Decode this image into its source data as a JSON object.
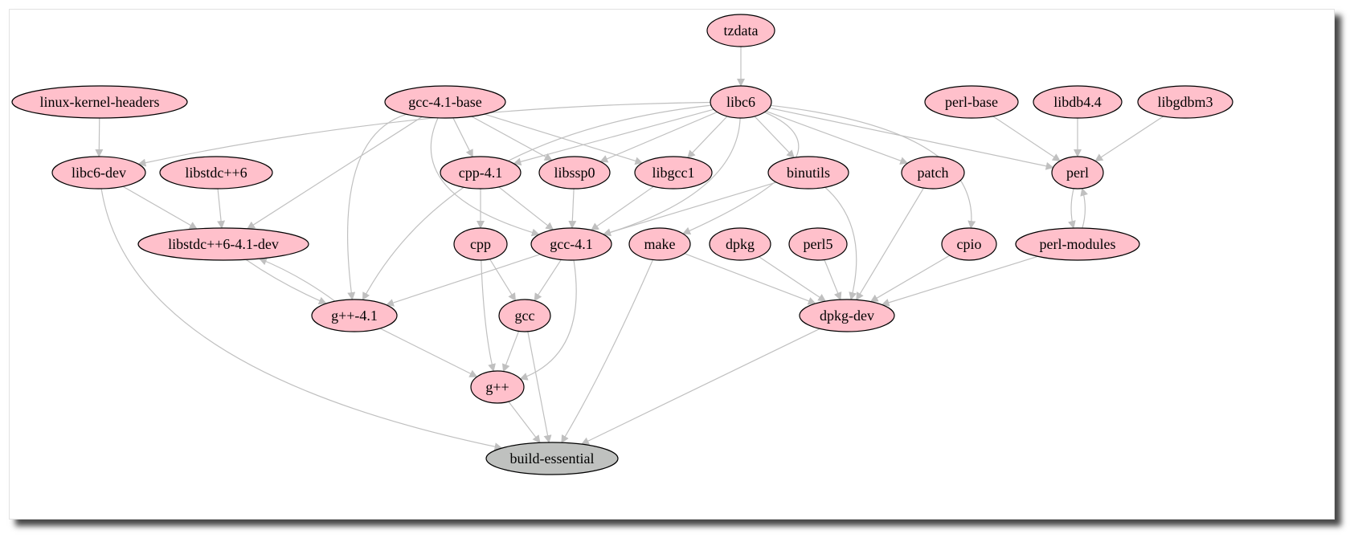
{
  "colors": {
    "background": "#ffffff",
    "node_fill": "#ffc0cb",
    "root_fill": "#bfc1bf",
    "node_stroke": "#000000",
    "edge": "#c0c0c0"
  },
  "nodes": [
    {
      "id": "tzdata",
      "label": "tzdata"
    },
    {
      "id": "linux-kernel-headers",
      "label": "linux-kernel-headers"
    },
    {
      "id": "gcc-4.1-base",
      "label": "gcc-4.1-base"
    },
    {
      "id": "libc6",
      "label": "libc6"
    },
    {
      "id": "perl-base",
      "label": "perl-base"
    },
    {
      "id": "libdb4.4",
      "label": "libdb4.4"
    },
    {
      "id": "libgdbm3",
      "label": "libgdbm3"
    },
    {
      "id": "libc6-dev",
      "label": "libc6-dev"
    },
    {
      "id": "libstdc++6",
      "label": "libstdc++6"
    },
    {
      "id": "cpp-4.1",
      "label": "cpp-4.1"
    },
    {
      "id": "libssp0",
      "label": "libssp0"
    },
    {
      "id": "libgcc1",
      "label": "libgcc1"
    },
    {
      "id": "binutils",
      "label": "binutils"
    },
    {
      "id": "patch",
      "label": "patch"
    },
    {
      "id": "perl",
      "label": "perl"
    },
    {
      "id": "libstdc++6-4.1-dev",
      "label": "libstdc++6-4.1-dev"
    },
    {
      "id": "cpp",
      "label": "cpp"
    },
    {
      "id": "gcc-4.1",
      "label": "gcc-4.1"
    },
    {
      "id": "make",
      "label": "make"
    },
    {
      "id": "dpkg",
      "label": "dpkg"
    },
    {
      "id": "perl5",
      "label": "perl5"
    },
    {
      "id": "cpio",
      "label": "cpio"
    },
    {
      "id": "perl-modules",
      "label": "perl-modules"
    },
    {
      "id": "g++-4.1",
      "label": "g++-4.1"
    },
    {
      "id": "gcc",
      "label": "gcc"
    },
    {
      "id": "dpkg-dev",
      "label": "dpkg-dev"
    },
    {
      "id": "g++",
      "label": "g++"
    },
    {
      "id": "build-essential",
      "label": "build-essential",
      "root": true
    }
  ],
  "edges": [
    [
      "tzdata",
      "libc6"
    ],
    [
      "linux-kernel-headers",
      "libc6-dev"
    ],
    [
      "libc6",
      "libc6-dev"
    ],
    [
      "libc6",
      "cpp-4.1"
    ],
    [
      "libc6",
      "libssp0"
    ],
    [
      "libc6",
      "libgcc1"
    ],
    [
      "libc6",
      "binutils"
    ],
    [
      "libc6",
      "patch"
    ],
    [
      "libc6",
      "perl"
    ],
    [
      "libc6",
      "cpio"
    ],
    [
      "libc6",
      "make"
    ],
    [
      "libc6",
      "gcc-4.1"
    ],
    [
      "libc6",
      "g++-4.1"
    ],
    [
      "gcc-4.1-base",
      "cpp-4.1"
    ],
    [
      "gcc-4.1-base",
      "libssp0"
    ],
    [
      "gcc-4.1-base",
      "libgcc1"
    ],
    [
      "gcc-4.1-base",
      "libstdc++6-4.1-dev"
    ],
    [
      "gcc-4.1-base",
      "g++-4.1"
    ],
    [
      "gcc-4.1-base",
      "gcc-4.1"
    ],
    [
      "perl-base",
      "perl"
    ],
    [
      "libdb4.4",
      "perl"
    ],
    [
      "libgdbm3",
      "perl"
    ],
    [
      "perl",
      "perl-modules"
    ],
    [
      "perl-modules",
      "perl"
    ],
    [
      "libc6-dev",
      "libstdc++6-4.1-dev"
    ],
    [
      "libstdc++6",
      "libstdc++6-4.1-dev"
    ],
    [
      "libc6-dev",
      "build-essential"
    ],
    [
      "cpp-4.1",
      "cpp"
    ],
    [
      "cpp-4.1",
      "gcc-4.1"
    ],
    [
      "libssp0",
      "gcc-4.1"
    ],
    [
      "libgcc1",
      "gcc-4.1"
    ],
    [
      "binutils",
      "gcc-4.1"
    ],
    [
      "binutils",
      "dpkg-dev"
    ],
    [
      "patch",
      "dpkg-dev"
    ],
    [
      "cpio",
      "dpkg-dev"
    ],
    [
      "perl-modules",
      "dpkg-dev"
    ],
    [
      "dpkg",
      "dpkg-dev"
    ],
    [
      "perl5",
      "dpkg-dev"
    ],
    [
      "make",
      "dpkg-dev"
    ],
    [
      "make",
      "build-essential"
    ],
    [
      "libstdc++6-4.1-dev",
      "g++-4.1"
    ],
    [
      "g++-4.1",
      "libstdc++6-4.1-dev"
    ],
    [
      "gcc-4.1",
      "g++-4.1"
    ],
    [
      "gcc-4.1",
      "gcc"
    ],
    [
      "gcc-4.1",
      "g++"
    ],
    [
      "cpp",
      "gcc"
    ],
    [
      "cpp",
      "g++"
    ],
    [
      "gcc",
      "g++"
    ],
    [
      "gcc",
      "build-essential"
    ],
    [
      "g++-4.1",
      "g++"
    ],
    [
      "g++",
      "build-essential"
    ],
    [
      "dpkg-dev",
      "build-essential"
    ]
  ]
}
